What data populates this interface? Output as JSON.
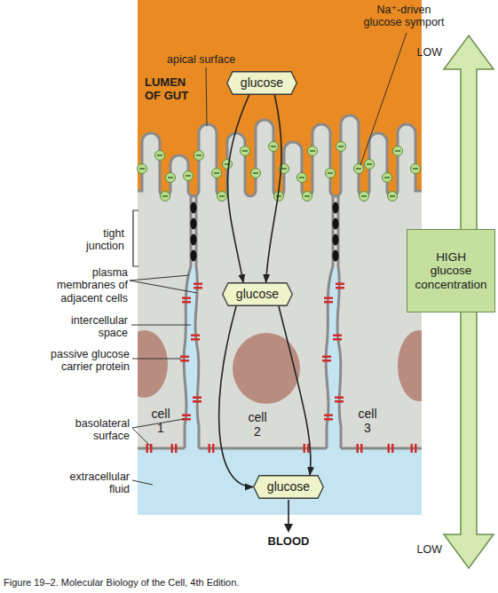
{
  "diagram": {
    "caption": "Figure 19–2. Molecular Biology of the Cell, 4th Edition.",
    "nodes": [
      {
        "text": [
          "LUMEN OF GUT"
        ]
      },
      {
        "text": [
          "glucose"
        ],
        "in": 0
      },
      {
        "text": [
          "HIGH glucose concentration"
        ]
      },
      {
        "text": [
          "glucose"
        ]
      },
      {
        "text": [
          "glucose"
        ]
      }
    ],
    "edges": [
      {
        "from": 1,
        "to": 3,
        "arrow": "to"
      },
      {
        "from": 1,
        "to": 3,
        "arrow": "to"
      },
      {
        "from": 3,
        "to": 4,
        "arrow": "to"
      },
      {
        "from": 3,
        "to": 4,
        "arrow": "to"
      }
    ],
    "labels": [
      "Na⁺-driven glucose symport",
      "apical surface",
      "LOW",
      "tight junction",
      "plasma membranes of adjacent cells",
      "intercellular space",
      "passive glucose carrier protein",
      "cell 1",
      "cell 2",
      "cell 3",
      "basolateral surface",
      "extracellular fluid",
      "LOW",
      "BLOOD"
    ]
  }
}
